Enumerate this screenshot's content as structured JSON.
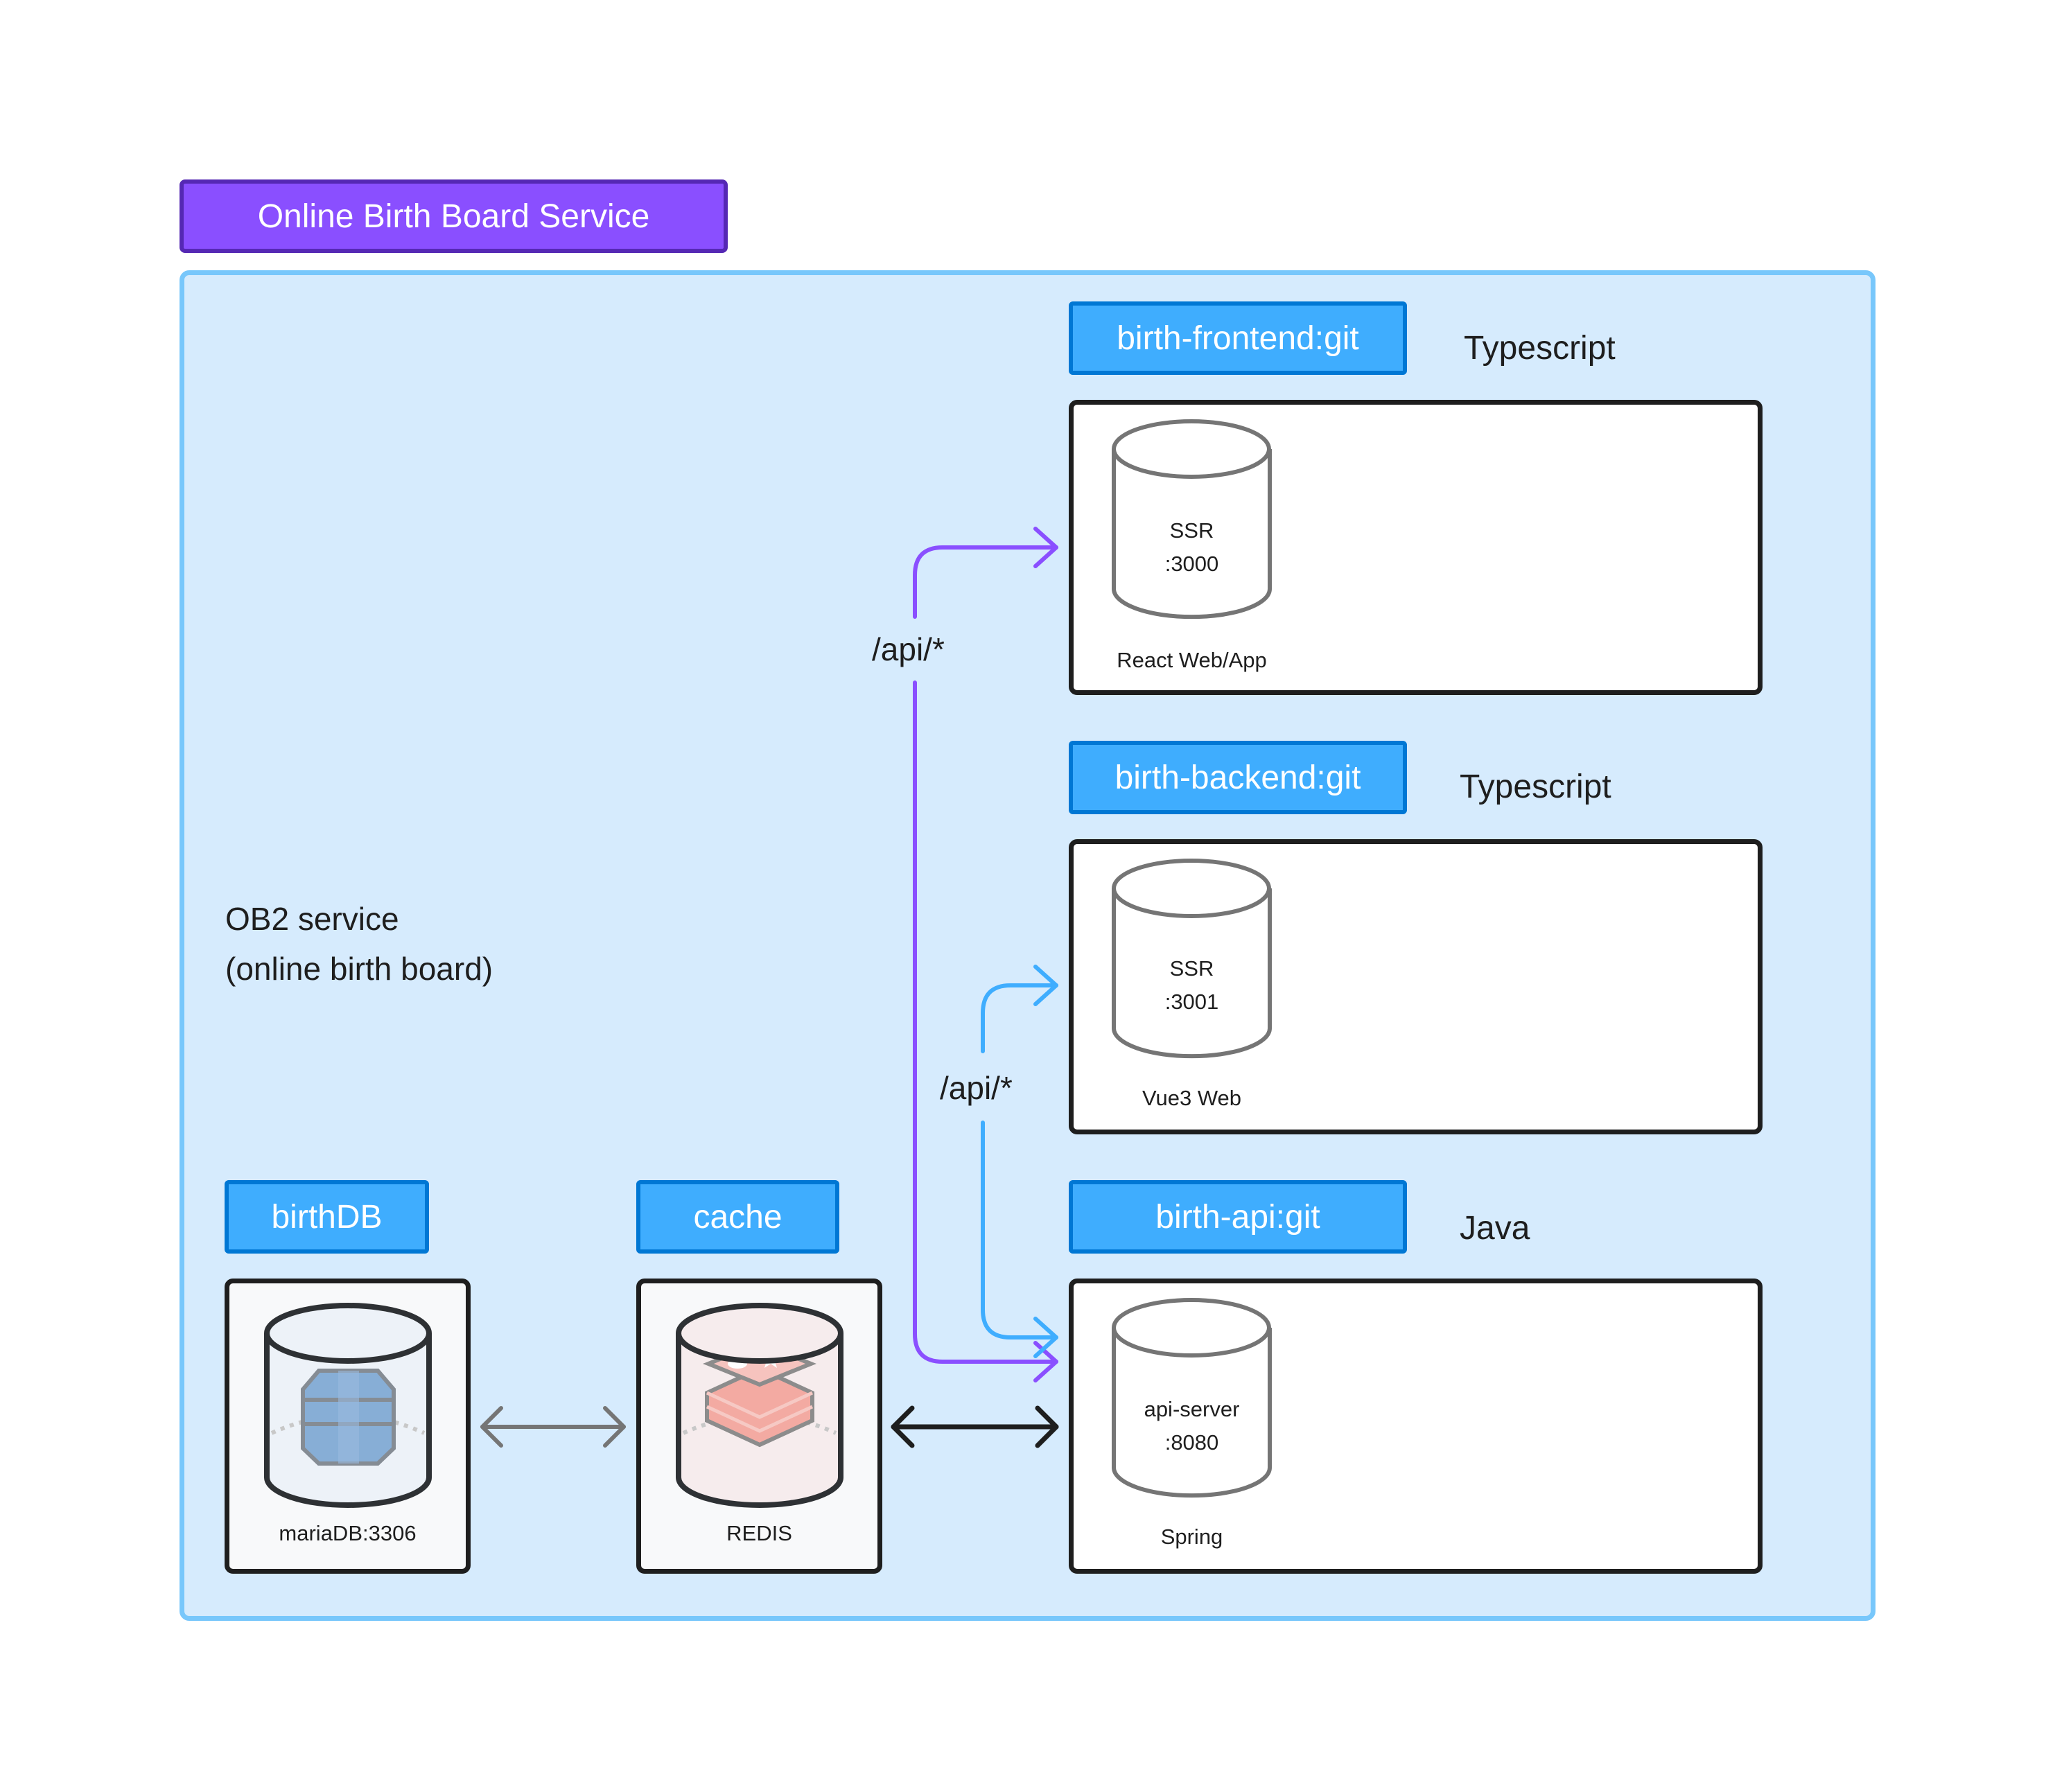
{
  "title": "Online Birth Board Service",
  "container": {
    "description_line1": "OB2 service",
    "description_line2": "(online birth board)"
  },
  "services": [
    {
      "repo": "birth-frontend:git",
      "language": "Typescript",
      "node_line1": "SSR",
      "node_line2": ":3000",
      "caption": "React Web/App"
    },
    {
      "repo": "birth-backend:git",
      "language": "Typescript",
      "node_line1": "SSR",
      "node_line2": ":3001",
      "caption": "Vue3 Web"
    },
    {
      "repo": "birth-api:git",
      "language": "Java",
      "node_line1": "api-server",
      "node_line2": ":8080",
      "caption": "Spring"
    }
  ],
  "stores": [
    {
      "name": "birthDB",
      "caption": "mariaDB:3306",
      "icon": "database-icon",
      "color": "#7aa6d6"
    },
    {
      "name": "cache",
      "caption": "REDIS",
      "icon": "redis-icon",
      "color": "#f2a49c"
    }
  ],
  "routes": [
    {
      "label": "/api/*",
      "from": "birth-api",
      "to": "birth-frontend",
      "color": "#8a4fff"
    },
    {
      "label": "/api/*",
      "from": "birth-api",
      "to": "birth-backend",
      "color": "#3fadfe"
    }
  ],
  "connections": [
    {
      "from": "birthDB",
      "to": "cache",
      "color": "#757575"
    },
    {
      "from": "cache",
      "to": "birth-api",
      "color": "#1e1e1e"
    }
  ]
}
